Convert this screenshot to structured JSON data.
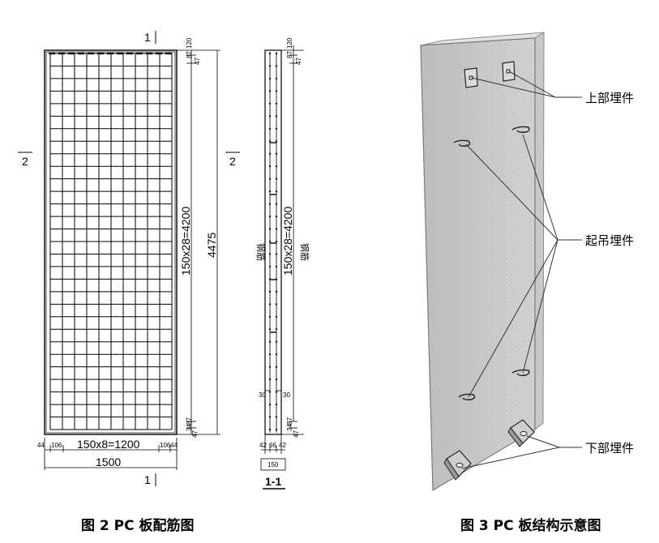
{
  "figure2": {
    "caption": "图 2 PC 板配筋图",
    "section_marks": {
      "top": "1",
      "bottom": "1",
      "left": "2",
      "right": "2"
    },
    "dim_bottom_detail": "150x8=1200",
    "dim_bottom_left_a": "44",
    "dim_bottom_left_b": "106",
    "dim_bottom_right_a": "106",
    "dim_bottom_right_b": "44",
    "dim_width": "1500",
    "dim_height_detail": "150x28=4200",
    "dim_height": "4475",
    "dim_top_small": [
      "120",
      "87",
      "47"
    ],
    "dim_bottom_small": [
      "34",
      "87",
      "47"
    ]
  },
  "section_1_1": {
    "title": "1-1",
    "dim_height_detail": "150x28=4200",
    "left_label": "钢筋",
    "right_label": "钢筋",
    "dim_30_left": "30",
    "dim_30_right": "30",
    "dim_bottom_small": [
      "42",
      "66",
      "42"
    ],
    "dim_thickness": "150",
    "dim_top_small": [
      "120",
      "87",
      "47"
    ],
    "dim_bot_small": [
      "34",
      "87",
      "47"
    ]
  },
  "figure3": {
    "caption": "图 3 PC 板结构示意图",
    "labels": {
      "upper": "上部埋件",
      "lifting": "起吊埋件",
      "lower": "下部埋件"
    }
  }
}
